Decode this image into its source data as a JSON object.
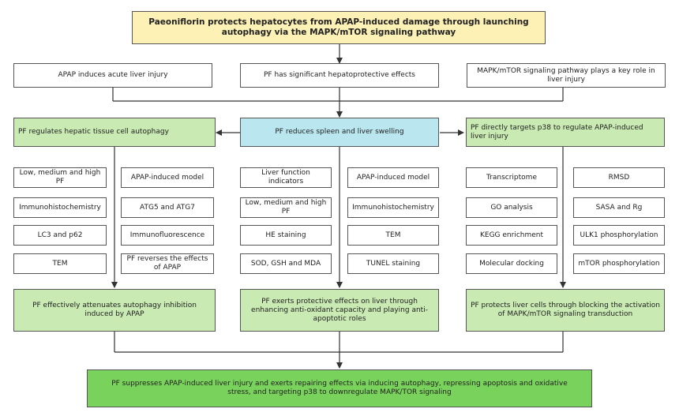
{
  "title": "Paeoniflorin protects hepatocytes from APAP-induced damage through launching autophagy via the MAPK/mTOR signaling pathway",
  "premises": [
    "APAP induces acute liver injury",
    "PF has significant hepatoprotective effects",
    "MAPK/mTOR signaling pathway plays a key role in liver injury"
  ],
  "center_topic": "PF reduces spleen and liver swelling",
  "left_topic": "PF regulates hepatic tissue cell autophagy",
  "right_topic": "PF directly targets p38 to regulate APAP-induced liver injury",
  "left_methods": [
    "Low, medium and high PF",
    "APAP-induced model",
    "Immunohistochemistry",
    "ATG5 and ATG7",
    "LC3 and p62",
    "Immunofluorescence",
    "TEM",
    "PF reverses the effects of APAP"
  ],
  "center_methods": [
    "Liver function indicators",
    "APAP-induced model",
    "Low, medium and high PF",
    "Immunohistochemistry",
    "HE staining",
    "TEM",
    "SOD, GSH and MDA",
    "TUNEL staining"
  ],
  "right_methods": [
    "Transcriptome",
    "RMSD",
    "GO analysis",
    "SASA and Rg",
    "KEGG enrichment",
    "ULK1 phosphorylation",
    "Molecular docking",
    "mTOR phosphorylation"
  ],
  "left_result": "PF effectively attenuates autophagy inhibition induced by APAP",
  "center_result": "PF exerts protective effects on liver through enhancing anti-oxidant capacity and playing anti-apoptotic roles",
  "right_result": "PF protects liver cells through blocking the activation of MAPK/mTOR signaling transduction",
  "conclusion": "PF suppresses APAP-induced liver injury and exerts repairing effects via inducing autophagy, repressing apoptosis and oxidative stress, and targeting p38 to downregulate MAPK/TOR signaling"
}
